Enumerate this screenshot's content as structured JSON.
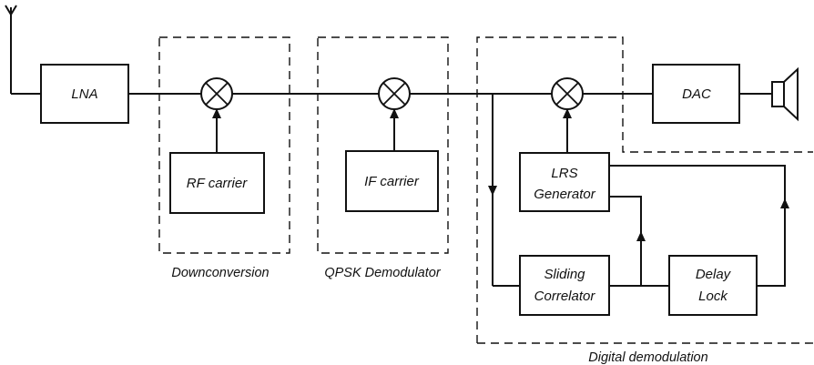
{
  "blocks": {
    "lna": "LNA",
    "rf_carrier": "RF  carrier",
    "if_carrier": "IF  carrier",
    "dac": "DAC",
    "lrs_line1": "LRS",
    "lrs_line2": "Generator",
    "sliding_line1": "Sliding",
    "sliding_line2": "Correlator",
    "delay_line1": "Delay",
    "delay_line2": "Lock"
  },
  "groups": {
    "downconversion": "Downconversion",
    "qpsk": "QPSK  Demodulator",
    "digital": "Digital demodulation"
  },
  "icons": {
    "antenna": "antenna-icon",
    "speaker": "speaker-icon",
    "mixer": "mixer-icon"
  }
}
